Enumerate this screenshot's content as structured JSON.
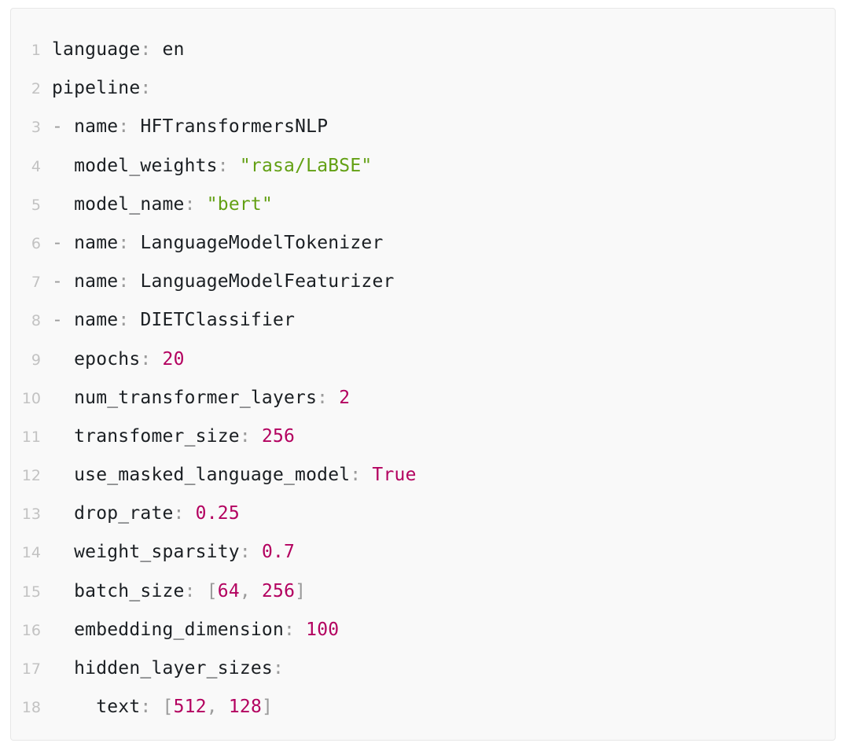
{
  "editor": {
    "language": "yaml",
    "colors": {
      "page_background": "#ffffff",
      "block_background": "#f9f9f9",
      "block_border": "#e7e7e7",
      "line_number": "#c2c2c2",
      "key": "#1b1f23",
      "punctuation": "#9b9b9b",
      "string": "#63a014",
      "number": "#b3005f",
      "boolean": "#b3005f",
      "bracket": "#9b9b9b"
    },
    "lines": [
      {
        "number": "1",
        "indent": "",
        "text": "language: en",
        "tokens": [
          {
            "t": "language",
            "c": "tok-key"
          },
          {
            "t": ":",
            "c": "tok-punct"
          },
          {
            "t": " ",
            "c": "tok-space"
          },
          {
            "t": "en",
            "c": "tok-plain"
          }
        ]
      },
      {
        "number": "2",
        "indent": "",
        "text": "pipeline:",
        "tokens": [
          {
            "t": "pipeline",
            "c": "tok-key"
          },
          {
            "t": ":",
            "c": "tok-punct"
          }
        ]
      },
      {
        "number": "3",
        "indent": "",
        "text": "- name: HFTransformersNLP",
        "tokens": [
          {
            "t": "-",
            "c": "tok-dash"
          },
          {
            "t": " ",
            "c": "tok-space"
          },
          {
            "t": "name",
            "c": "tok-key"
          },
          {
            "t": ":",
            "c": "tok-punct"
          },
          {
            "t": " ",
            "c": "tok-space"
          },
          {
            "t": "HFTransformersNLP",
            "c": "tok-plain"
          }
        ]
      },
      {
        "number": "4",
        "indent": "  ",
        "text": "  model_weights: \"rasa/LaBSE\"",
        "tokens": [
          {
            "t": "  ",
            "c": "tok-space"
          },
          {
            "t": "model_weights",
            "c": "tok-key"
          },
          {
            "t": ":",
            "c": "tok-punct"
          },
          {
            "t": " ",
            "c": "tok-space"
          },
          {
            "t": "\"rasa/LaBSE\"",
            "c": "tok-string"
          }
        ]
      },
      {
        "number": "5",
        "indent": "  ",
        "text": "  model_name: \"bert\"",
        "tokens": [
          {
            "t": "  ",
            "c": "tok-space"
          },
          {
            "t": "model_name",
            "c": "tok-key"
          },
          {
            "t": ":",
            "c": "tok-punct"
          },
          {
            "t": " ",
            "c": "tok-space"
          },
          {
            "t": "\"bert\"",
            "c": "tok-string"
          }
        ]
      },
      {
        "number": "6",
        "indent": "",
        "text": "- name: LanguageModelTokenizer",
        "tokens": [
          {
            "t": "-",
            "c": "tok-dash"
          },
          {
            "t": " ",
            "c": "tok-space"
          },
          {
            "t": "name",
            "c": "tok-key"
          },
          {
            "t": ":",
            "c": "tok-punct"
          },
          {
            "t": " ",
            "c": "tok-space"
          },
          {
            "t": "LanguageModelTokenizer",
            "c": "tok-plain"
          }
        ]
      },
      {
        "number": "7",
        "indent": "",
        "text": "- name: LanguageModelFeaturizer",
        "tokens": [
          {
            "t": "-",
            "c": "tok-dash"
          },
          {
            "t": " ",
            "c": "tok-space"
          },
          {
            "t": "name",
            "c": "tok-key"
          },
          {
            "t": ":",
            "c": "tok-punct"
          },
          {
            "t": " ",
            "c": "tok-space"
          },
          {
            "t": "LanguageModelFeaturizer",
            "c": "tok-plain"
          }
        ]
      },
      {
        "number": "8",
        "indent": "",
        "text": "- name: DIETClassifier",
        "tokens": [
          {
            "t": "-",
            "c": "tok-dash"
          },
          {
            "t": " ",
            "c": "tok-space"
          },
          {
            "t": "name",
            "c": "tok-key"
          },
          {
            "t": ":",
            "c": "tok-punct"
          },
          {
            "t": " ",
            "c": "tok-space"
          },
          {
            "t": "DIETClassifier",
            "c": "tok-plain"
          }
        ]
      },
      {
        "number": "9",
        "indent": "  ",
        "text": "  epochs: 20",
        "tokens": [
          {
            "t": "  ",
            "c": "tok-space"
          },
          {
            "t": "epochs",
            "c": "tok-key"
          },
          {
            "t": ":",
            "c": "tok-punct"
          },
          {
            "t": " ",
            "c": "tok-space"
          },
          {
            "t": "20",
            "c": "tok-number"
          }
        ]
      },
      {
        "number": "10",
        "indent": "  ",
        "text": "  num_transformer_layers: 2",
        "tokens": [
          {
            "t": "  ",
            "c": "tok-space"
          },
          {
            "t": "num_transformer_layers",
            "c": "tok-key"
          },
          {
            "t": ":",
            "c": "tok-punct"
          },
          {
            "t": " ",
            "c": "tok-space"
          },
          {
            "t": "2",
            "c": "tok-number"
          }
        ]
      },
      {
        "number": "11",
        "indent": "  ",
        "text": "  transfomer_size: 256",
        "tokens": [
          {
            "t": "  ",
            "c": "tok-space"
          },
          {
            "t": "transfomer_size",
            "c": "tok-key"
          },
          {
            "t": ":",
            "c": "tok-punct"
          },
          {
            "t": " ",
            "c": "tok-space"
          },
          {
            "t": "256",
            "c": "tok-number"
          }
        ]
      },
      {
        "number": "12",
        "indent": "  ",
        "text": "  use_masked_language_model: True",
        "tokens": [
          {
            "t": "  ",
            "c": "tok-space"
          },
          {
            "t": "use_masked_language_model",
            "c": "tok-key"
          },
          {
            "t": ":",
            "c": "tok-punct"
          },
          {
            "t": " ",
            "c": "tok-space"
          },
          {
            "t": "True",
            "c": "tok-bool"
          }
        ]
      },
      {
        "number": "13",
        "indent": "  ",
        "text": "  drop_rate: 0.25",
        "tokens": [
          {
            "t": "  ",
            "c": "tok-space"
          },
          {
            "t": "drop_rate",
            "c": "tok-key"
          },
          {
            "t": ":",
            "c": "tok-punct"
          },
          {
            "t": " ",
            "c": "tok-space"
          },
          {
            "t": "0.25",
            "c": "tok-number"
          }
        ]
      },
      {
        "number": "14",
        "indent": "  ",
        "text": "  weight_sparsity: 0.7",
        "tokens": [
          {
            "t": "  ",
            "c": "tok-space"
          },
          {
            "t": "weight_sparsity",
            "c": "tok-key"
          },
          {
            "t": ":",
            "c": "tok-punct"
          },
          {
            "t": " ",
            "c": "tok-space"
          },
          {
            "t": "0.7",
            "c": "tok-number"
          }
        ]
      },
      {
        "number": "15",
        "indent": "  ",
        "text": "  batch_size: [64, 256]",
        "tokens": [
          {
            "t": "  ",
            "c": "tok-space"
          },
          {
            "t": "batch_size",
            "c": "tok-key"
          },
          {
            "t": ":",
            "c": "tok-punct"
          },
          {
            "t": " ",
            "c": "tok-space"
          },
          {
            "t": "[",
            "c": "tok-bracket"
          },
          {
            "t": "64",
            "c": "tok-number"
          },
          {
            "t": ", ",
            "c": "tok-bracket"
          },
          {
            "t": "256",
            "c": "tok-number"
          },
          {
            "t": "]",
            "c": "tok-bracket"
          }
        ]
      },
      {
        "number": "16",
        "indent": "  ",
        "text": "  embedding_dimension: 100",
        "tokens": [
          {
            "t": "  ",
            "c": "tok-space"
          },
          {
            "t": "embedding_dimension",
            "c": "tok-key"
          },
          {
            "t": ":",
            "c": "tok-punct"
          },
          {
            "t": " ",
            "c": "tok-space"
          },
          {
            "t": "100",
            "c": "tok-number"
          }
        ]
      },
      {
        "number": "17",
        "indent": "  ",
        "text": "  hidden_layer_sizes:",
        "tokens": [
          {
            "t": "  ",
            "c": "tok-space"
          },
          {
            "t": "hidden_layer_sizes",
            "c": "tok-key"
          },
          {
            "t": ":",
            "c": "tok-punct"
          }
        ]
      },
      {
        "number": "18",
        "indent": "    ",
        "text": "    text: [512, 128]",
        "tokens": [
          {
            "t": "    ",
            "c": "tok-space"
          },
          {
            "t": "text",
            "c": "tok-key"
          },
          {
            "t": ":",
            "c": "tok-punct"
          },
          {
            "t": " ",
            "c": "tok-space"
          },
          {
            "t": "[",
            "c": "tok-bracket"
          },
          {
            "t": "512",
            "c": "tok-number"
          },
          {
            "t": ", ",
            "c": "tok-bracket"
          },
          {
            "t": "128",
            "c": "tok-number"
          },
          {
            "t": "]",
            "c": "tok-bracket"
          }
        ]
      }
    ]
  }
}
